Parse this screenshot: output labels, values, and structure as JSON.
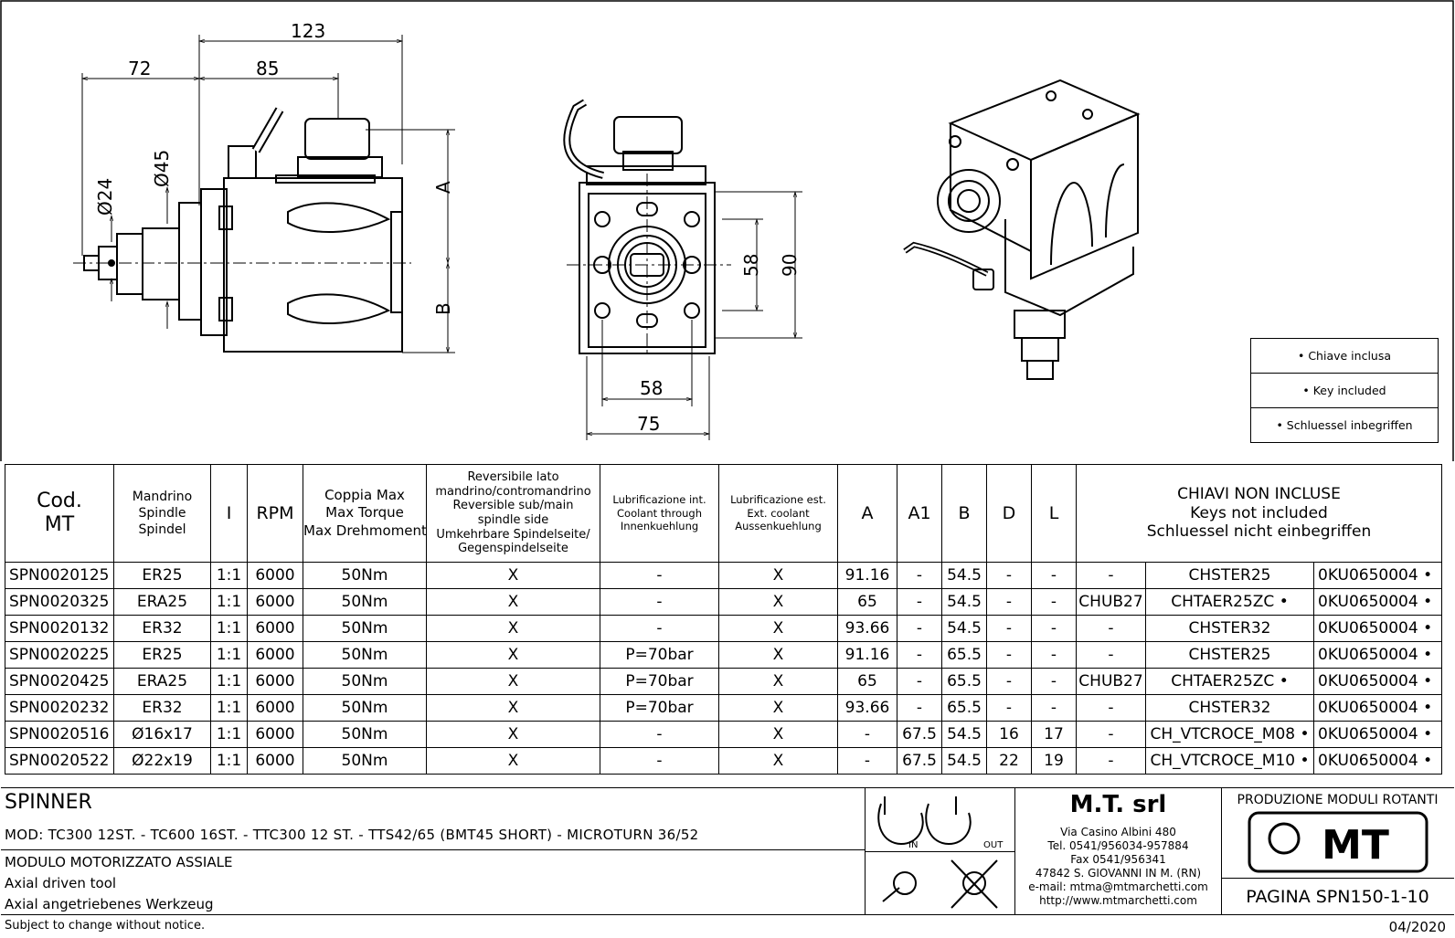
{
  "drawing": {
    "side_view": {
      "dims": [
        "123",
        "72",
        "85",
        "Ø45",
        "Ø24",
        "A",
        "B"
      ]
    },
    "front_view": {
      "dims": [
        "58",
        "90",
        "58",
        "75"
      ]
    }
  },
  "legend": [
    "• Chiave inclusa",
    "• Key included",
    "• Schluessel inbegriffen"
  ],
  "table": {
    "headers": {
      "cod": [
        "Cod.",
        "MT"
      ],
      "mandrino": [
        "Mandrino",
        "Spindle",
        "Spindel"
      ],
      "i": "I",
      "rpm": "RPM",
      "coppia": [
        "Coppia Max",
        "Max Torque",
        "Max Drehmoment"
      ],
      "reversibile": [
        "Reversibile lato",
        "mandrino/contromandrino",
        "Reversible sub/main",
        "spindle side",
        "Umkehrbare Spindelseite/",
        "Gegenspindelseite"
      ],
      "lub_int": [
        "Lubrificazione int.",
        "Coolant through",
        "Innenkuehlung"
      ],
      "lub_est": [
        "Lubrificazione est.",
        "Ext. coolant",
        "Aussenkuehlung"
      ],
      "a": "A",
      "a1": "A1",
      "b": "B",
      "d": "D",
      "l": "L",
      "chiavi": [
        "CHIAVI NON INCLUSE",
        "Keys not included",
        "Schluessel nicht einbegriffen"
      ]
    },
    "rows": [
      {
        "cod": "SPN0020125",
        "mandrino": "ER25",
        "i": "1:1",
        "rpm": "6000",
        "coppia": "50Nm",
        "rev": "X",
        "lint": "-",
        "lest": "X",
        "a": "91.16",
        "a1": "-",
        "b": "54.5",
        "d": "-",
        "l": "-",
        "k1": "-",
        "k2": "CHSTER25",
        "k3": "0KU0650004 •"
      },
      {
        "cod": "SPN0020325",
        "mandrino": "ERA25",
        "i": "1:1",
        "rpm": "6000",
        "coppia": "50Nm",
        "rev": "X",
        "lint": "-",
        "lest": "X",
        "a": "65",
        "a1": "-",
        "b": "54.5",
        "d": "-",
        "l": "-",
        "k1": "CHUB27",
        "k2": "CHTAER25ZC •",
        "k3": "0KU0650004 •"
      },
      {
        "cod": "SPN0020132",
        "mandrino": "ER32",
        "i": "1:1",
        "rpm": "6000",
        "coppia": "50Nm",
        "rev": "X",
        "lint": "-",
        "lest": "X",
        "a": "93.66",
        "a1": "-",
        "b": "54.5",
        "d": "-",
        "l": "-",
        "k1": "-",
        "k2": "CHSTER32",
        "k3": "0KU0650004 •"
      },
      {
        "cod": "SPN0020225",
        "mandrino": "ER25",
        "i": "1:1",
        "rpm": "6000",
        "coppia": "50Nm",
        "rev": "X",
        "lint": "P=70bar",
        "lest": "X",
        "a": "91.16",
        "a1": "-",
        "b": "65.5",
        "d": "-",
        "l": "-",
        "k1": "-",
        "k2": "CHSTER25",
        "k3": "0KU0650004 •"
      },
      {
        "cod": "SPN0020425",
        "mandrino": "ERA25",
        "i": "1:1",
        "rpm": "6000",
        "coppia": "50Nm",
        "rev": "X",
        "lint": "P=70bar",
        "lest": "X",
        "a": "65",
        "a1": "-",
        "b": "65.5",
        "d": "-",
        "l": "-",
        "k1": "CHUB27",
        "k2": "CHTAER25ZC •",
        "k3": "0KU0650004 •"
      },
      {
        "cod": "SPN0020232",
        "mandrino": "ER32",
        "i": "1:1",
        "rpm": "6000",
        "coppia": "50Nm",
        "rev": "X",
        "lint": "P=70bar",
        "lest": "X",
        "a": "93.66",
        "a1": "-",
        "b": "65.5",
        "d": "-",
        "l": "-",
        "k1": "-",
        "k2": "CHSTER32",
        "k3": "0KU0650004 •"
      },
      {
        "cod": "SPN0020516",
        "mandrino": "Ø16x17",
        "i": "1:1",
        "rpm": "6000",
        "coppia": "50Nm",
        "rev": "X",
        "lint": "-",
        "lest": "X",
        "a": "-",
        "a1": "67.5",
        "b": "54.5",
        "d": "16",
        "l": "17",
        "k1": "-",
        "k2": "CH_VTCROCE_M08 •",
        "k3": "0KU0650004 •"
      },
      {
        "cod": "SPN0020522",
        "mandrino": "Ø22x19",
        "i": "1:1",
        "rpm": "6000",
        "coppia": "50Nm",
        "rev": "X",
        "lint": "-",
        "lest": "X",
        "a": "-",
        "a1": "67.5",
        "b": "54.5",
        "d": "22",
        "l": "19",
        "k1": "-",
        "k2": "CH_VTCROCE_M10 •",
        "k3": "0KU0650004 •"
      }
    ]
  },
  "title_block": {
    "product": "SPINNER",
    "models": "MOD: TC300 12ST. - TC600 16ST. - TTC300 12 ST. - TTS42/65 (BMT45 SHORT) - MICROTURN 36/52",
    "desc_it": "MODULO MOTORIZZATO ASSIALE",
    "desc_en": "Axial driven tool",
    "desc_de": "Axial angetriebenes Werkzeug",
    "rotation_in": "IN",
    "rotation_out": "OUT",
    "company": {
      "name": "M.T. srl",
      "address": "Via Casino Albini 480",
      "tel": "Tel. 0541/956034-957884",
      "fax": "Fax 0541/956341",
      "city": "47842 S. GIOVANNI IN M. (RN)",
      "email": "e-mail: mtma@mtmarchetti.com",
      "web": "http://www.mtmarchetti.com"
    },
    "production": "PRODUZIONE MODULI ROTANTI",
    "logo_text": "MT",
    "page": "PAGINA SPN150-1-10"
  },
  "footer": {
    "notice": "Subject to change without notice.",
    "date": "04/2020"
  }
}
